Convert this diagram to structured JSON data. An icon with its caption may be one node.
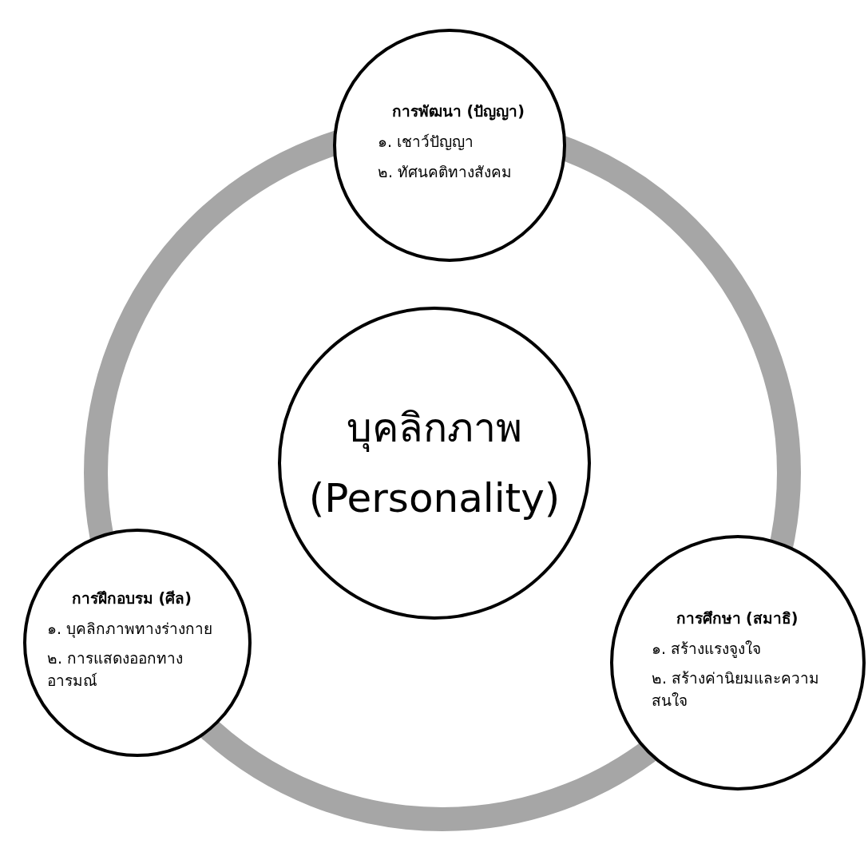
{
  "diagram": {
    "nodes": [
      {
        "text": [
          "การพัฒนา (ปัญญา)",
          "๑. เชาว์ปัญญา",
          "๒. ทัศนคติทางสังคม"
        ]
      },
      {
        "text": [
          "บุคลิกภาพ",
          "(Personality)"
        ]
      },
      {
        "text": [
          "การฝึกอบรม (ศีล)",
          "๑. บุคลิกภาพทางร่างกาย",
          "๒. การแสดงออกทางอารมณ์"
        ]
      },
      {
        "text": [
          "การศึกษา (สมาธิ)",
          "๑. สร้างแรงจูงใจ",
          "๒. สร้างค่านิยมและความสนใจ"
        ]
      }
    ]
  }
}
